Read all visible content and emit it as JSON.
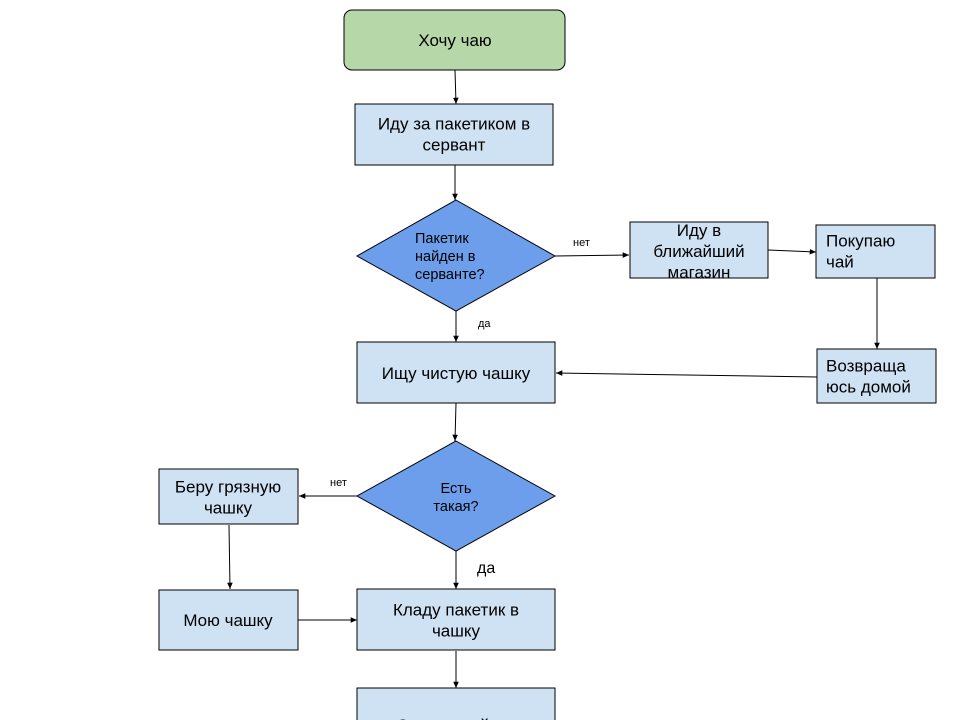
{
  "colors": {
    "start_fill": "#b6d7a8",
    "process_fill": "#cfe2f3",
    "decision_fill": "#6d9eeb",
    "stroke": "#000000",
    "background": "#ffffff"
  },
  "nodes": {
    "start": {
      "lines": [
        "Хочу чаю"
      ]
    },
    "go_cupboard": {
      "lines": [
        "Иду за пакетиком в",
        "сервант"
      ]
    },
    "found_decision": {
      "lines": [
        "Пакетик",
        "найден в",
        "серванте?"
      ]
    },
    "go_store": {
      "lines": [
        "Иду в",
        "ближайший",
        "магазин"
      ]
    },
    "buy_tea": {
      "lines": [
        "Покупаю",
        "чай"
      ]
    },
    "return_home": {
      "lines": [
        "Возвраща",
        "юсь домой"
      ]
    },
    "find_cup": {
      "lines": [
        "Ищу чистую чашку"
      ]
    },
    "cup_decision": {
      "lines": [
        "Есть",
        "такая?"
      ]
    },
    "dirty_cup": {
      "lines": [
        "Беру грязную",
        "чашку"
      ]
    },
    "wash_cup": {
      "lines": [
        "Мою чашку"
      ]
    },
    "put_bag": {
      "lines": [
        "Кладу пакетик в",
        "чашку"
      ]
    },
    "kettle": {
      "lines": [
        "Ставлю чайник"
      ]
    }
  },
  "edge_labels": {
    "found_no": "нет",
    "found_yes": "да",
    "cup_no": "нет",
    "cup_yes": "да"
  }
}
